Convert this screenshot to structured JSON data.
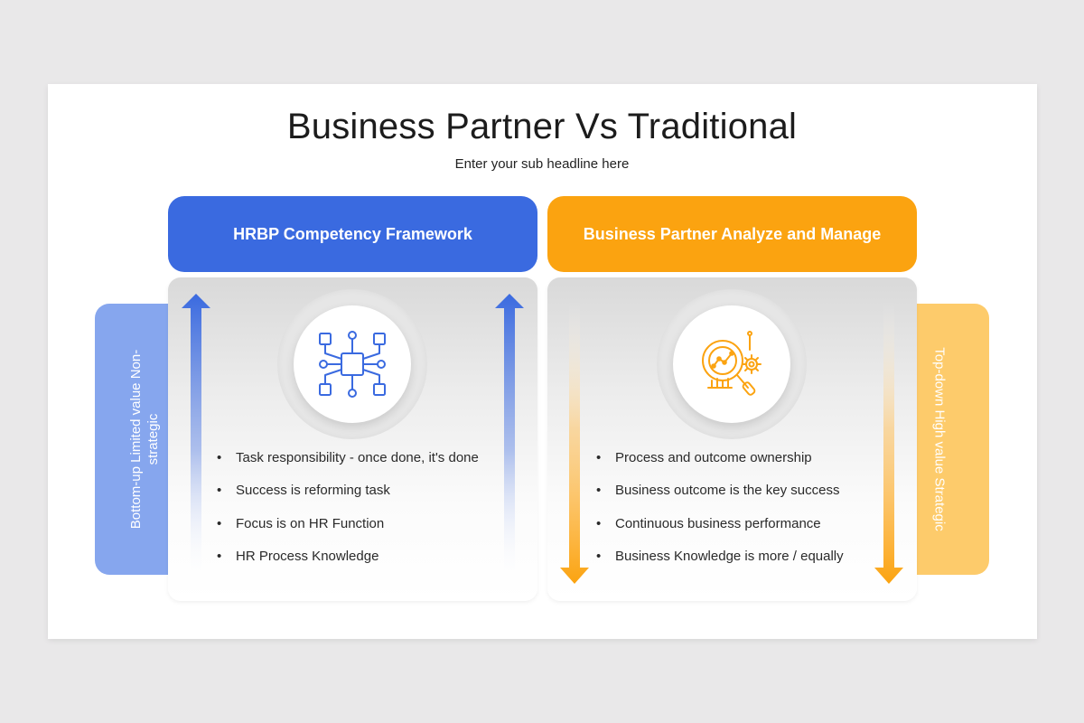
{
  "title": "Business Partner Vs Traditional",
  "subtitle": "Enter your sub headline here",
  "left": {
    "header": "HRBP Competency Framework",
    "side_label": "Bottom-up Limited value Non-strategic",
    "icon": "network-chip-icon",
    "color": "#3a6ae0",
    "bullets": [
      "Task responsibility - once done, it's done",
      "Success is reforming task",
      "Focus is on HR Function",
      "HR Process Knowledge"
    ]
  },
  "right": {
    "header": "Business Partner Analyze and Manage",
    "side_label": "Top-down High value Strategic",
    "icon": "analytics-magnifier-gear-icon",
    "color": "#fba310",
    "bullets": [
      "Process and outcome ownership",
      "Business outcome is the key success",
      "Continuous business performance",
      "Business Knowledge is more / equally"
    ]
  }
}
